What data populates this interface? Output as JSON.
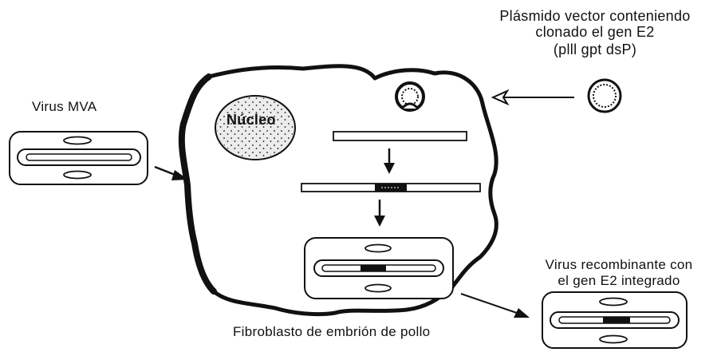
{
  "labels": {
    "plasmid_line1": "Plásmido vector conteniendo",
    "plasmid_line2": "clonado el gen E2",
    "plasmid_line3": "(plll gpt dsP)",
    "mva": "Virus MVA",
    "nucleus": "Núcleo",
    "recombinant_line1": "Virus recombinante con",
    "recombinant_line2": "el gen E2 integrado",
    "cell": "Fibroblasto de embrión de pollo"
  },
  "colors": {
    "ink": "#111111",
    "nucleus_fill": "#e6e6e6",
    "background": "#ffffff"
  }
}
